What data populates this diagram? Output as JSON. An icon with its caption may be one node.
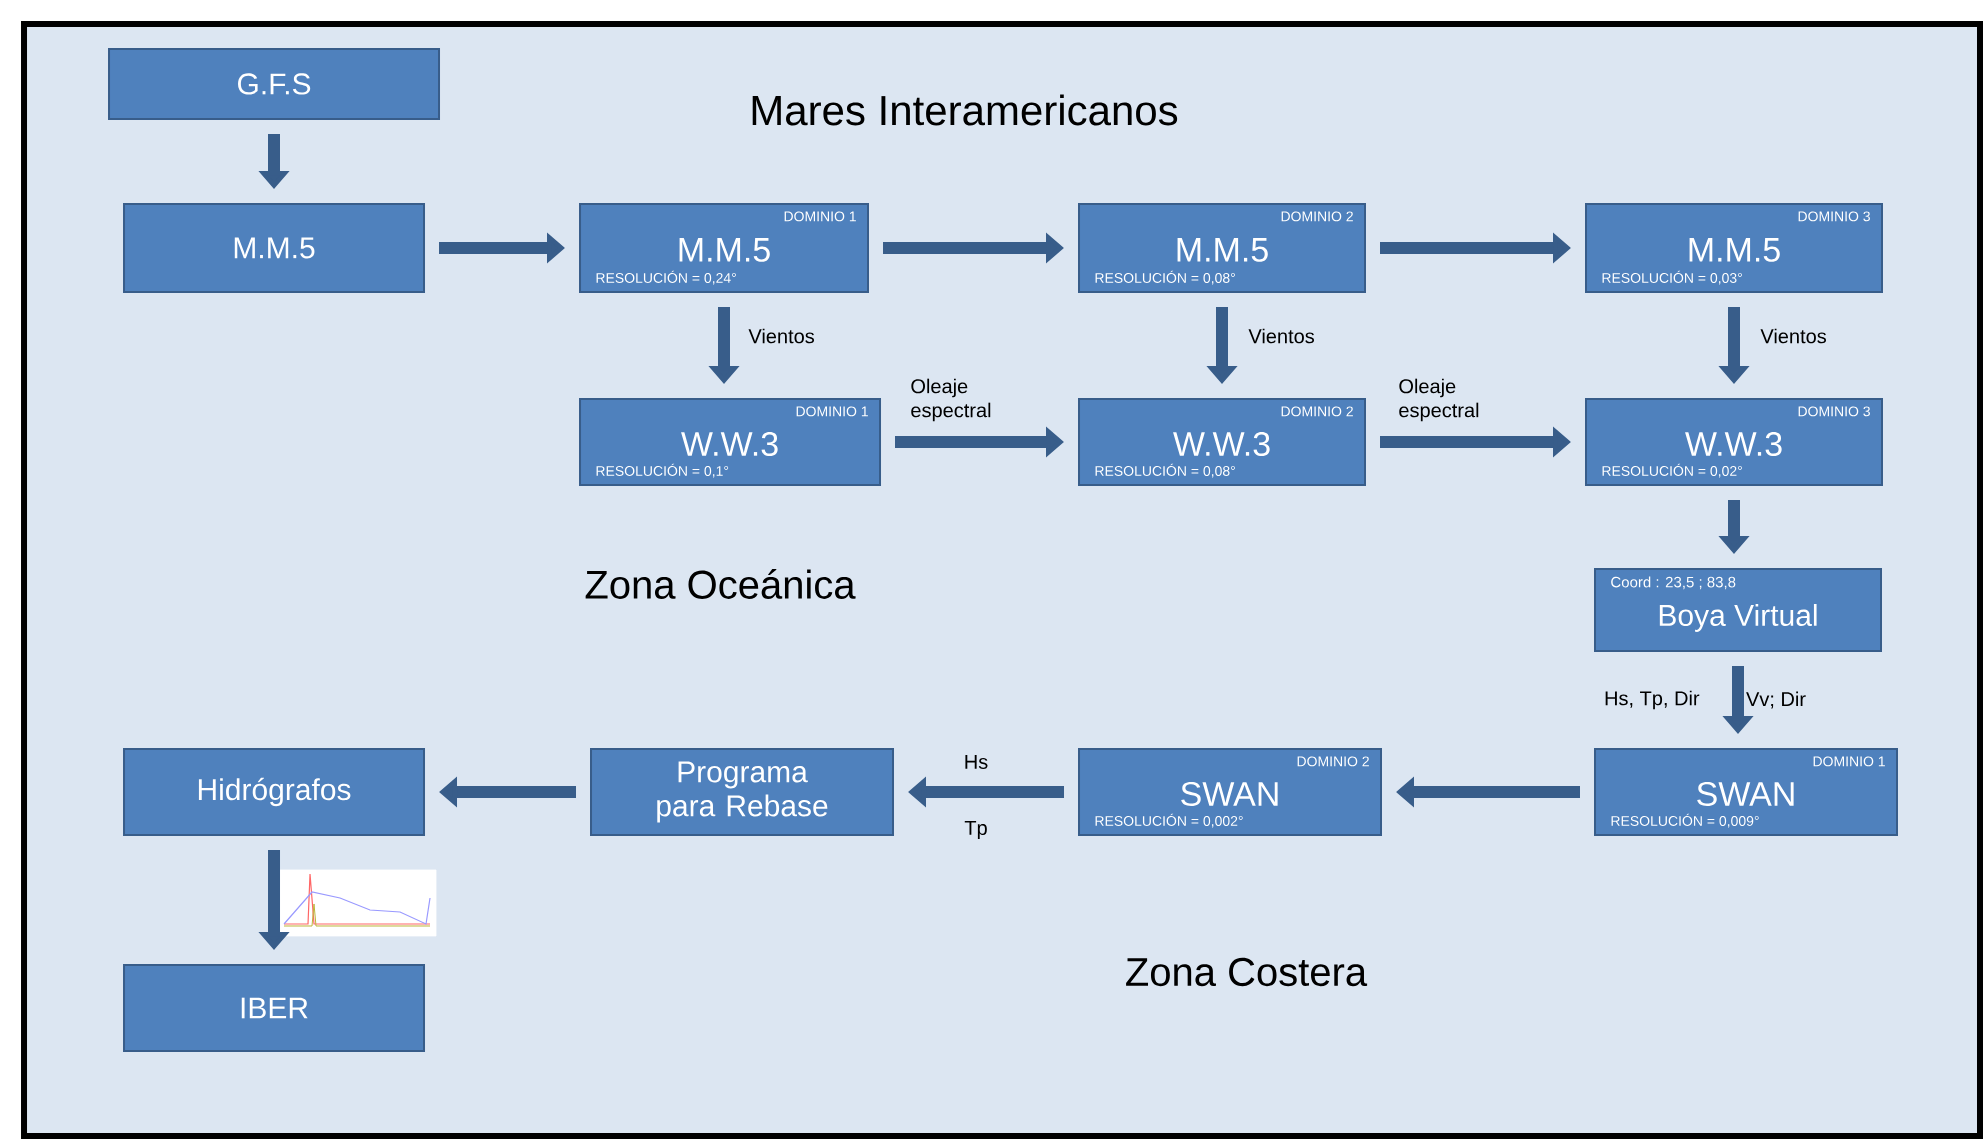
{
  "diagram": {
    "nodes": [
      {
        "text": [
          "G.F.S"
        ]
      },
      {
        "text": [
          "M.M.5"
        ]
      },
      {
        "text": [
          "DOMINIO 1",
          "M.M.5",
          "RESOLUCIÓN = 0,24°"
        ]
      },
      {
        "text": [
          "DOMINIO 2",
          "M.M.5",
          "RESOLUCIÓN = 0,08°"
        ]
      },
      {
        "text": [
          "DOMINIO 3",
          "M.M.5",
          "RESOLUCIÓN = 0,03°"
        ]
      },
      {
        "text": [
          "DOMINIO 1",
          "W.W.3",
          "RESOLUCIÓN = 0,1°"
        ]
      },
      {
        "text": [
          "DOMINIO 2",
          "W.W.3",
          "RESOLUCIÓN = 0,08°"
        ]
      },
      {
        "text": [
          "DOMINIO 3",
          "W.W.3",
          "RESOLUCIÓN = 0,02°"
        ]
      },
      {
        "text": [
          "Coord : 23,5 ; 83,8",
          "Boya Virtual"
        ]
      },
      {
        "text": [
          "DOMINIO 1",
          "SWAN",
          "RESOLUCIÓN = 0,009°"
        ]
      },
      {
        "text": [
          "DOMINIO 2",
          "SWAN",
          "RESOLUCIÓN = 0,002°"
        ]
      },
      {
        "text": [
          "Programa para Rebase"
        ]
      },
      {
        "text": [
          "Hidrógrafos"
        ]
      },
      {
        "text": [
          "IBER"
        ]
      }
    ],
    "edges": [
      {
        "from": 0,
        "to": 1,
        "arrow": "to"
      },
      {
        "from": 1,
        "to": 2,
        "arrow": "to"
      },
      {
        "from": 2,
        "to": 3,
        "arrow": "to"
      },
      {
        "from": 3,
        "to": 4,
        "arrow": "to"
      },
      {
        "from": 2,
        "to": 5,
        "arrow": "to",
        "label": "Vientos"
      },
      {
        "from": 3,
        "to": 6,
        "arrow": "to",
        "label": "Vientos"
      },
      {
        "from": 4,
        "to": 7,
        "arrow": "to",
        "label": "Vientos"
      },
      {
        "from": 5,
        "to": 6,
        "arrow": "to",
        "label": "Oleaje espectral"
      },
      {
        "from": 6,
        "to": 7,
        "arrow": "to",
        "label": "Oleaje espectral"
      },
      {
        "from": 7,
        "to": 8,
        "arrow": "to"
      },
      {
        "from": 8,
        "to": 9,
        "arrow": "to",
        "label": "Hs, Tp, Dir"
      },
      {
        "from": 9,
        "to": 10,
        "arrow": "to"
      },
      {
        "from": 10,
        "to": 11,
        "arrow": "to",
        "label": "Hs"
      },
      {
        "from": 11,
        "to": 12,
        "arrow": "to"
      },
      {
        "from": 12,
        "to": 13,
        "arrow": "to"
      }
    ],
    "labels": [
      "Mares Interamericanos",
      "Zona Oceánica",
      "Vv; Dir",
      "Tp",
      "Zona Costera"
    ]
  }
}
